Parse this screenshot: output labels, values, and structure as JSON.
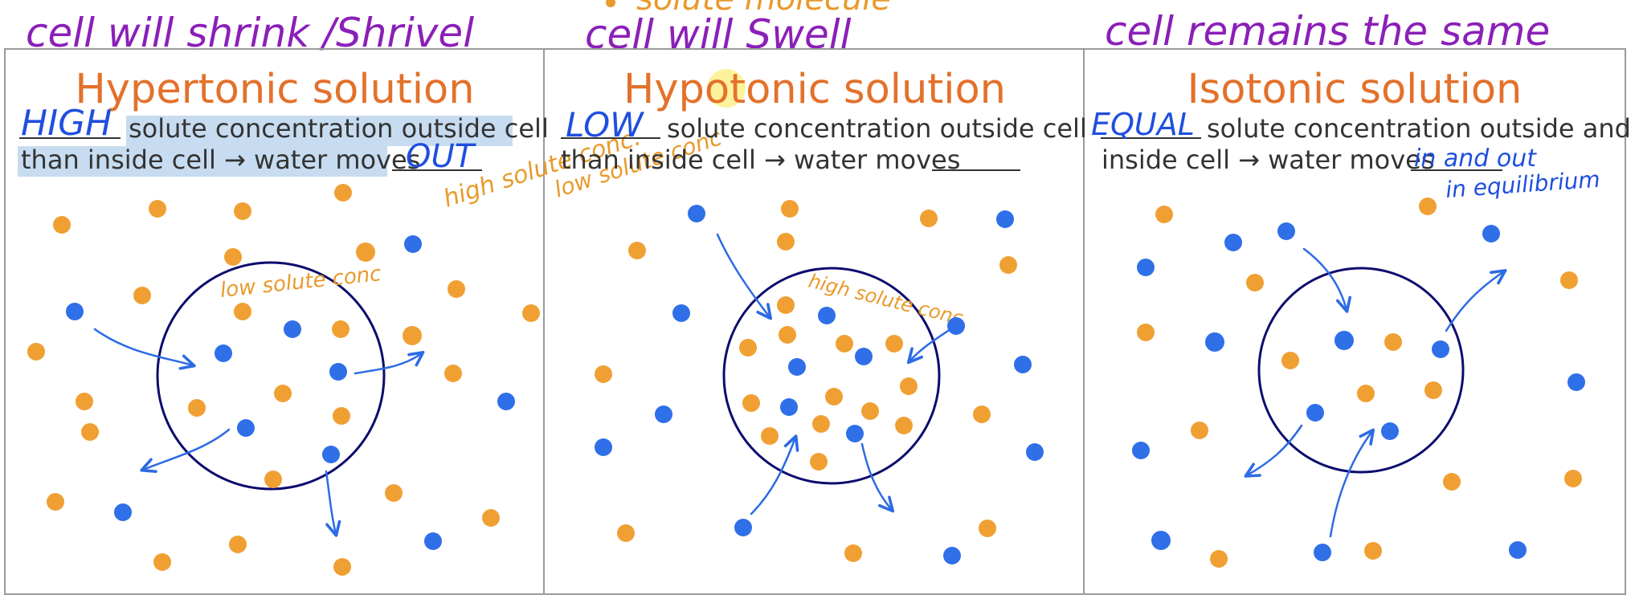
{
  "colors": {
    "title": "#e3712b",
    "solute": "#f0a033",
    "water": "#2f6fe8",
    "cell": "#0c0c6e",
    "arrow": "#2d6be4",
    "handwriting_purple": "#8b1fb8",
    "handwriting_blue": "#1f4fe0",
    "handwriting_orange": "#e89a2c",
    "highlight_blue": "#c7dcf0",
    "highlight_yellow": "#fbf08a"
  },
  "top_notes": {
    "left": "cell will shrink /Shrivel",
    "middle_partial": "solute molecule",
    "middle": "cell will Swell",
    "right": "cell remains the same"
  },
  "panels": [
    {
      "title": "Hypertonic solution",
      "line1_fill": "HIGH",
      "line1_text": "solute concentration outside cell",
      "line2_text": "than inside cell → water moves",
      "line2_fill": "OUT",
      "annotations": [
        "low solute conc",
        "high solute conc.",
        "low solute conc"
      ]
    },
    {
      "title": "Hypotonic solution",
      "line1_fill": "LOW",
      "line1_text": "solute concentration outside cell",
      "line2_text": "than inside cell → water moves",
      "line2_fill": "",
      "annotations": [
        "high solute conc."
      ]
    },
    {
      "title": "Isotonic solution",
      "line1_fill": "EQUAL",
      "line1_text": "solute concentration outside and",
      "line2_text": "inside cell → water moves",
      "line2_fill": "in and out",
      "line3_fill": "in equilibrium",
      "annotations": []
    }
  ],
  "icons": [
    "solute-particle-icon",
    "water-molecule-icon",
    "arrow-icon",
    "cell-membrane-icon"
  ]
}
